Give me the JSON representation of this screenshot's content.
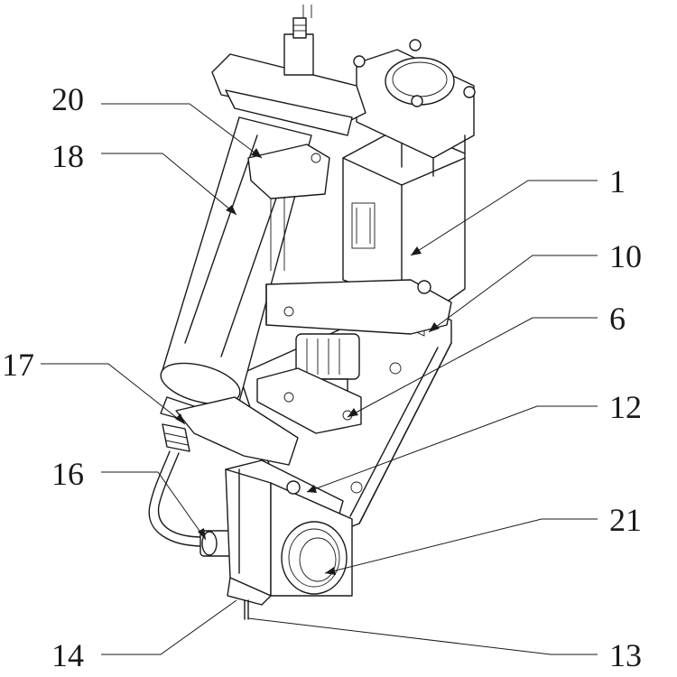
{
  "labels": [
    {
      "id": "20",
      "text": "20"
    },
    {
      "id": "18",
      "text": "18"
    },
    {
      "id": "1",
      "text": "1"
    },
    {
      "id": "10",
      "text": "10"
    },
    {
      "id": "6",
      "text": "6"
    },
    {
      "id": "17",
      "text": "17"
    },
    {
      "id": "12",
      "text": "12"
    },
    {
      "id": "16",
      "text": "16"
    },
    {
      "id": "21",
      "text": "21"
    },
    {
      "id": "14",
      "text": "14"
    },
    {
      "id": "13",
      "text": "13"
    }
  ]
}
